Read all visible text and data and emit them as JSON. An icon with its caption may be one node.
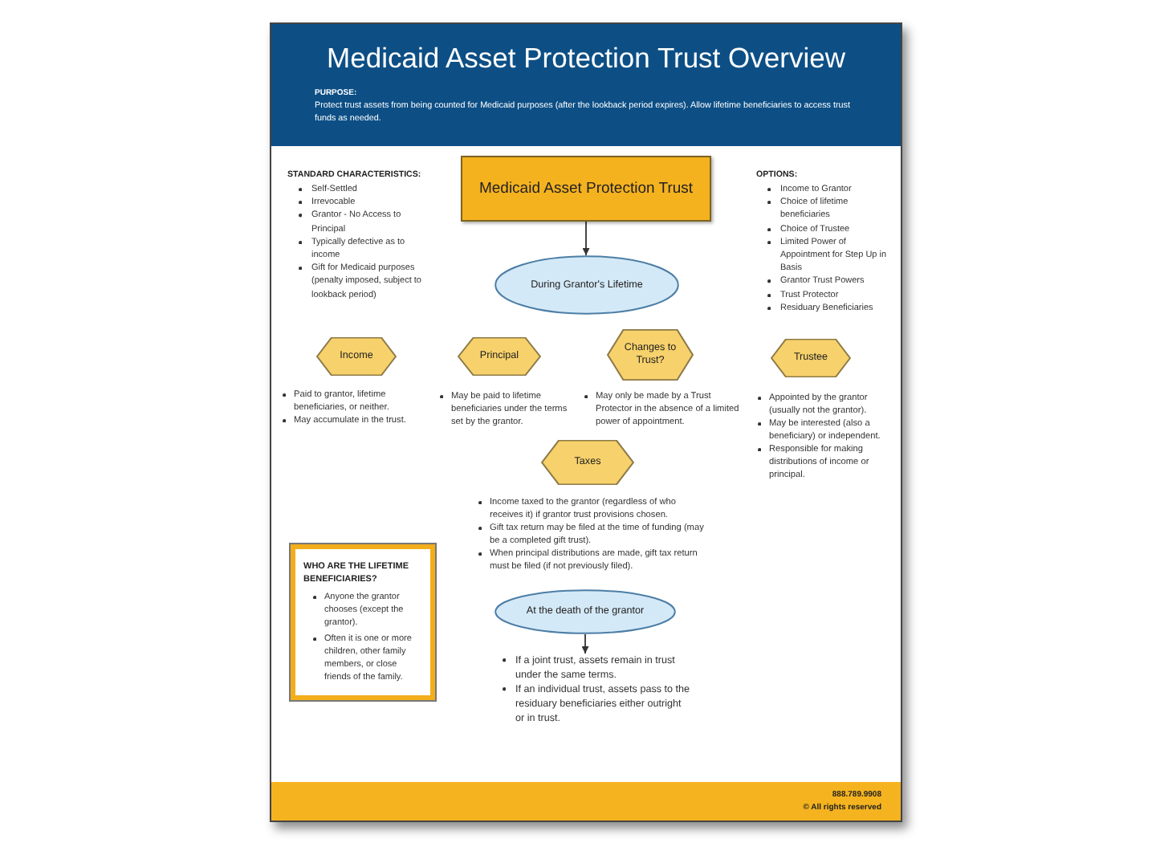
{
  "diagram": {
    "title": "Medicaid Asset Protection Trust Overview",
    "nodes": [
      {
        "text": [
          "Medicaid Asset Protection Trust"
        ]
      },
      {
        "text": [
          "During Grantor's Lifetime"
        ]
      },
      {
        "text": [
          "Income"
        ],
        "beside": [
          "Paid to grantor, lifetime beneficiaries, or neither.",
          "May accumulate in the trust."
        ]
      },
      {
        "text": [
          "Principal"
        ],
        "beside": [
          "May be paid to lifetime beneficiaries under the terms set by the grantor."
        ]
      },
      {
        "text": [
          "Changes to Trust?"
        ],
        "beside": [
          "May only be made by a Trust Protector in the absence of a limited power of appointment."
        ]
      },
      {
        "text": [
          "Trustee"
        ],
        "beside": [
          "Appointed by the grantor (usually not the grantor).",
          "May be interested (also a beneficiary) or independent.",
          "Responsible for making distributions of income or principal."
        ]
      },
      {
        "text": [
          "Taxes"
        ],
        "beside": [
          "Income taxed to the grantor (regardless of who receives it) if grantor trust provisions chosen.",
          "Gift tax return may be filed at the time of funding (may be a completed gift trust).",
          "When principal distributions are made, gift tax return must be filed (if not previously filed)."
        ]
      },
      {
        "text": [
          "WHO ARE THE LIFETIME BENEFICIARIES?",
          "Anyone the grantor chooses (except the grantor).",
          "Often it is one or more children, other family members, or close friends of the family."
        ]
      },
      {
        "text": [
          "At the death of the grantor"
        ]
      },
      {
        "text": [
          "If a joint trust, assets remain in trust under the same terms.",
          "If an individual trust, assets pass to the residuary beneficiaries either outright or in trust."
        ]
      }
    ],
    "edges": [
      {
        "from": 0,
        "to": 1,
        "arrow": "to"
      },
      {
        "from": 8,
        "to": 9,
        "arrow": "to"
      }
    ],
    "labels": [
      "PURPOSE:",
      "Protect trust assets from being counted for Medicaid purposes (after the lookback period expires). Allow lifetime beneficiaries to access trust funds as needed.",
      "STANDARD CHARACTERISTICS:",
      "Self-Settled",
      "Irrevocable",
      "Grantor - No Access to Principal",
      "Typically defective as to income",
      "Gift for Medicaid purposes (penalty imposed, subject to lookback period)",
      "OPTIONS:",
      "Income to Grantor",
      "Choice of lifetime beneficiaries",
      "Choice of Trustee",
      "Limited Power of Appointment for Step Up in Basis",
      "Grantor Trust Powers",
      "Trust Protector",
      "Residuary Beneficiaries",
      "888.789.9908",
      "© All rights reserved"
    ]
  }
}
